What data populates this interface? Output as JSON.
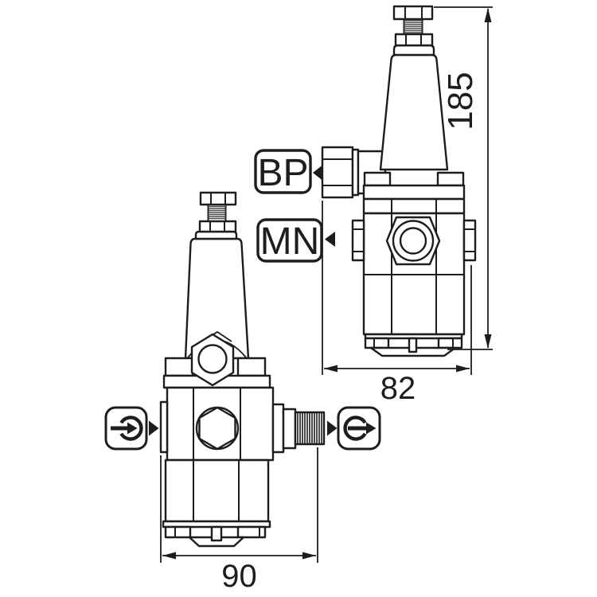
{
  "page": {
    "background": "#ffffff"
  },
  "drawing": {
    "kind": "pressure-regulator-dimensional-drawing",
    "line_color": "#1d1d1b",
    "labels": {
      "bp": "BP",
      "mn": "MN"
    },
    "dimensions": {
      "height": "185",
      "depth": "82",
      "width": "90"
    },
    "icons": {
      "inlet": "arrow-into-circle",
      "outlet": "arrow-out-of-circle"
    }
  }
}
